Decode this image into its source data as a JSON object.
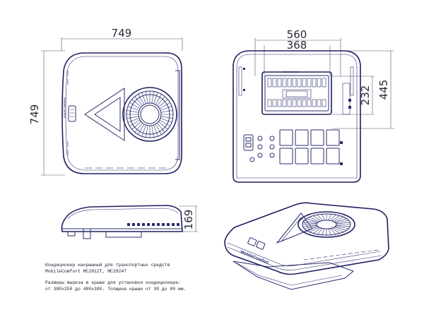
{
  "dimensions": {
    "front_width": "749",
    "front_depth": "749",
    "cutout_outer": "560",
    "cutout_inner": "368",
    "side_small": "232",
    "side_large": "445",
    "height": "169"
  },
  "brand": {
    "name": "MobileComfort"
  },
  "notes": {
    "line1": "Кондиционер накрышный для транспортных средств",
    "line2": "MobileComfort MC2812T, MC2824T",
    "line3": "Размеры выреза в крыше для установки кондиционера:",
    "line4": "от 380x250 до 480x380. Толщина крыши от 30 до 80 мм."
  },
  "colors": {
    "line": "#2b2d6e",
    "ink": "#1e2060"
  }
}
